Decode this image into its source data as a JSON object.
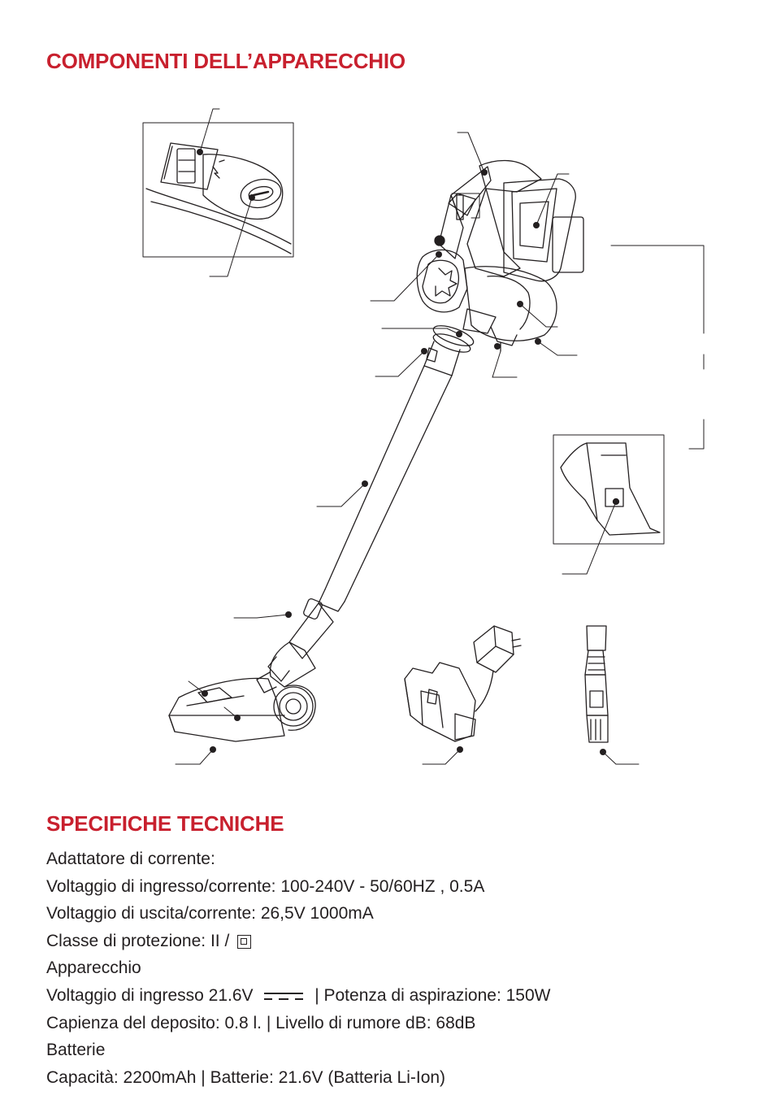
{
  "section1": {
    "title": "COMPONENTI DELL’APPARECCHIO"
  },
  "section2": {
    "title": "SPECIFICHE TECNICHE",
    "adapter_title": "Adattatore di corrente:",
    "adapter_input": "Voltaggio di ingresso/corrente: 100-240V - 50/60HZ , 0.5A",
    "adapter_output": "Voltaggio di uscita/corrente: 26,5V 1000mA",
    "protection_class": "Classe di protezione: II  /",
    "device_title": "Apparecchio",
    "device_voltage": "Voltaggio di ingresso 21.6V",
    "device_power": "|  Potenza di aspirazione: 150W",
    "device_capacity": "Capienza del deposito: 0.8 l.  |  Livello di rumore dB: 68dB",
    "battery_title": "Batterie",
    "battery_info": "Capacità: 2200mAh   |   Batterie: 21.6V (Batteria Li-Ion)"
  },
  "colors": {
    "accent": "#c8202e",
    "text": "#231f20"
  }
}
